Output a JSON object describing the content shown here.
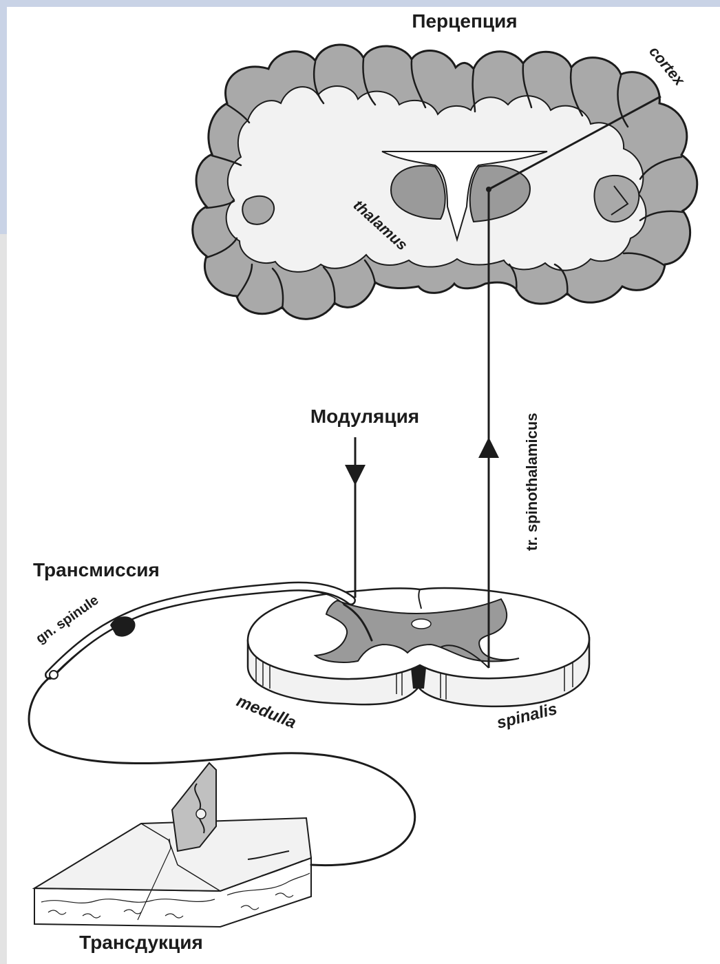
{
  "labels": {
    "perception": "Перцепция",
    "cortex": "cortex",
    "thalamus": "thalamus",
    "modulation": "Модуляция",
    "tract": "tr. spinothalamicus",
    "transmission": "Трансмиссия",
    "ganglion": "gn. spinule",
    "medulla": "medulla",
    "spinalis": "spinalis",
    "transduction": "Трансдукция"
  },
  "colors": {
    "background": "#c9d3e6",
    "panel": "#ffffff",
    "tissue_gray": "#a9a9a9",
    "tissue_light": "#f2f2f2",
    "grey_matter": "#9a9a9a",
    "ink": "#1c1c1c"
  }
}
